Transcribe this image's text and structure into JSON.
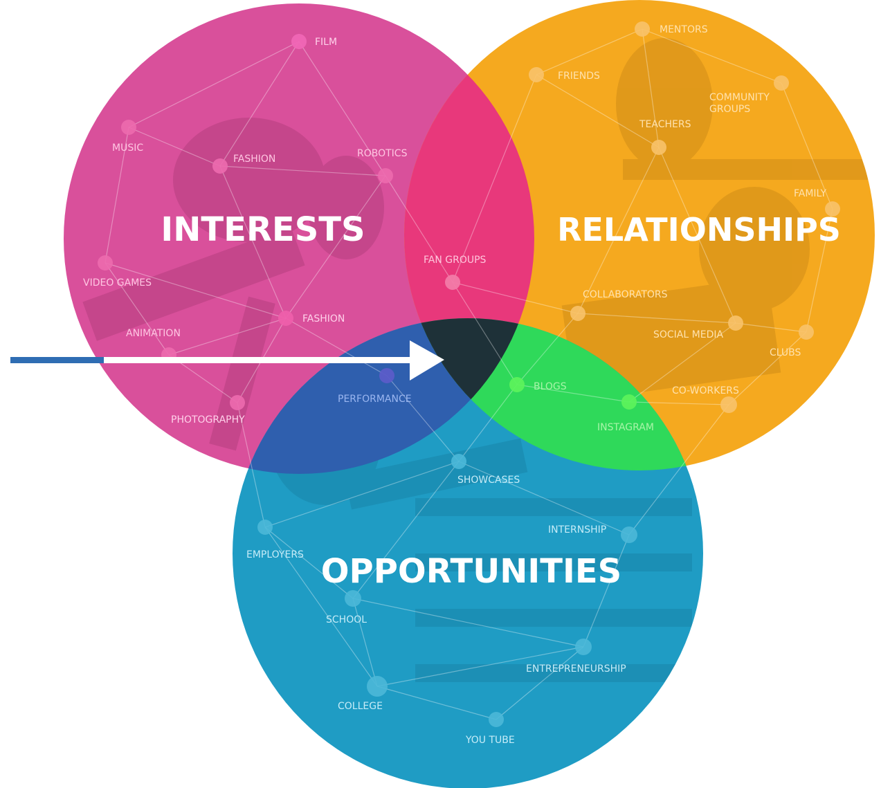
{
  "circles": {
    "interests": {
      "title": "INTERESTS",
      "color": "#d9509b"
    },
    "relationships": {
      "title": "RELATIONSHIPS",
      "color": "#f5a91f"
    },
    "opportunities": {
      "title": "OPPORTUNITIES",
      "color": "#1f9cc4"
    }
  },
  "overlap_colors": {
    "interests_relationships": "#e8387b",
    "interests_opportunities": "#2f5fae",
    "relationships_opportunities": "#2fd95a",
    "center": "#1e3138"
  },
  "arrow_colors": {
    "tail": "#2f6db3",
    "head": "#ffffff"
  },
  "nodes": {
    "film": "FILM",
    "music": "MUSIC",
    "fashion_top": "FASHION",
    "robotics": "ROBOTICS",
    "video_games": "VIDEO GAMES",
    "animation": "ANIMATION",
    "fashion_mid": "FASHION",
    "photography": "PHOTOGRAPHY",
    "fan_groups": "FAN GROUPS",
    "performance": "PERFORMANCE",
    "mentors": "MENTORS",
    "friends": "FRIENDS",
    "community_groups_1": "COMMUNITY",
    "community_groups_2": "GROUPS",
    "teachers": "TEACHERS",
    "family": "FAMILY",
    "collaborators": "COLLABORATORS",
    "social_media": "SOCIAL MEDIA",
    "clubs": "CLUBS",
    "co_workers": "CO-WORKERS",
    "blogs": "BLOGS",
    "instagram": "INSTAGRAM",
    "showcases": "SHOWCASES",
    "internship": "INTERNSHIP",
    "employers": "EMPLOYERS",
    "school": "SCHOOL",
    "entrepreneurship": "ENTREPRENEURSHIP",
    "college": "COLLEGE",
    "you_tube": "YOU TUBE"
  }
}
